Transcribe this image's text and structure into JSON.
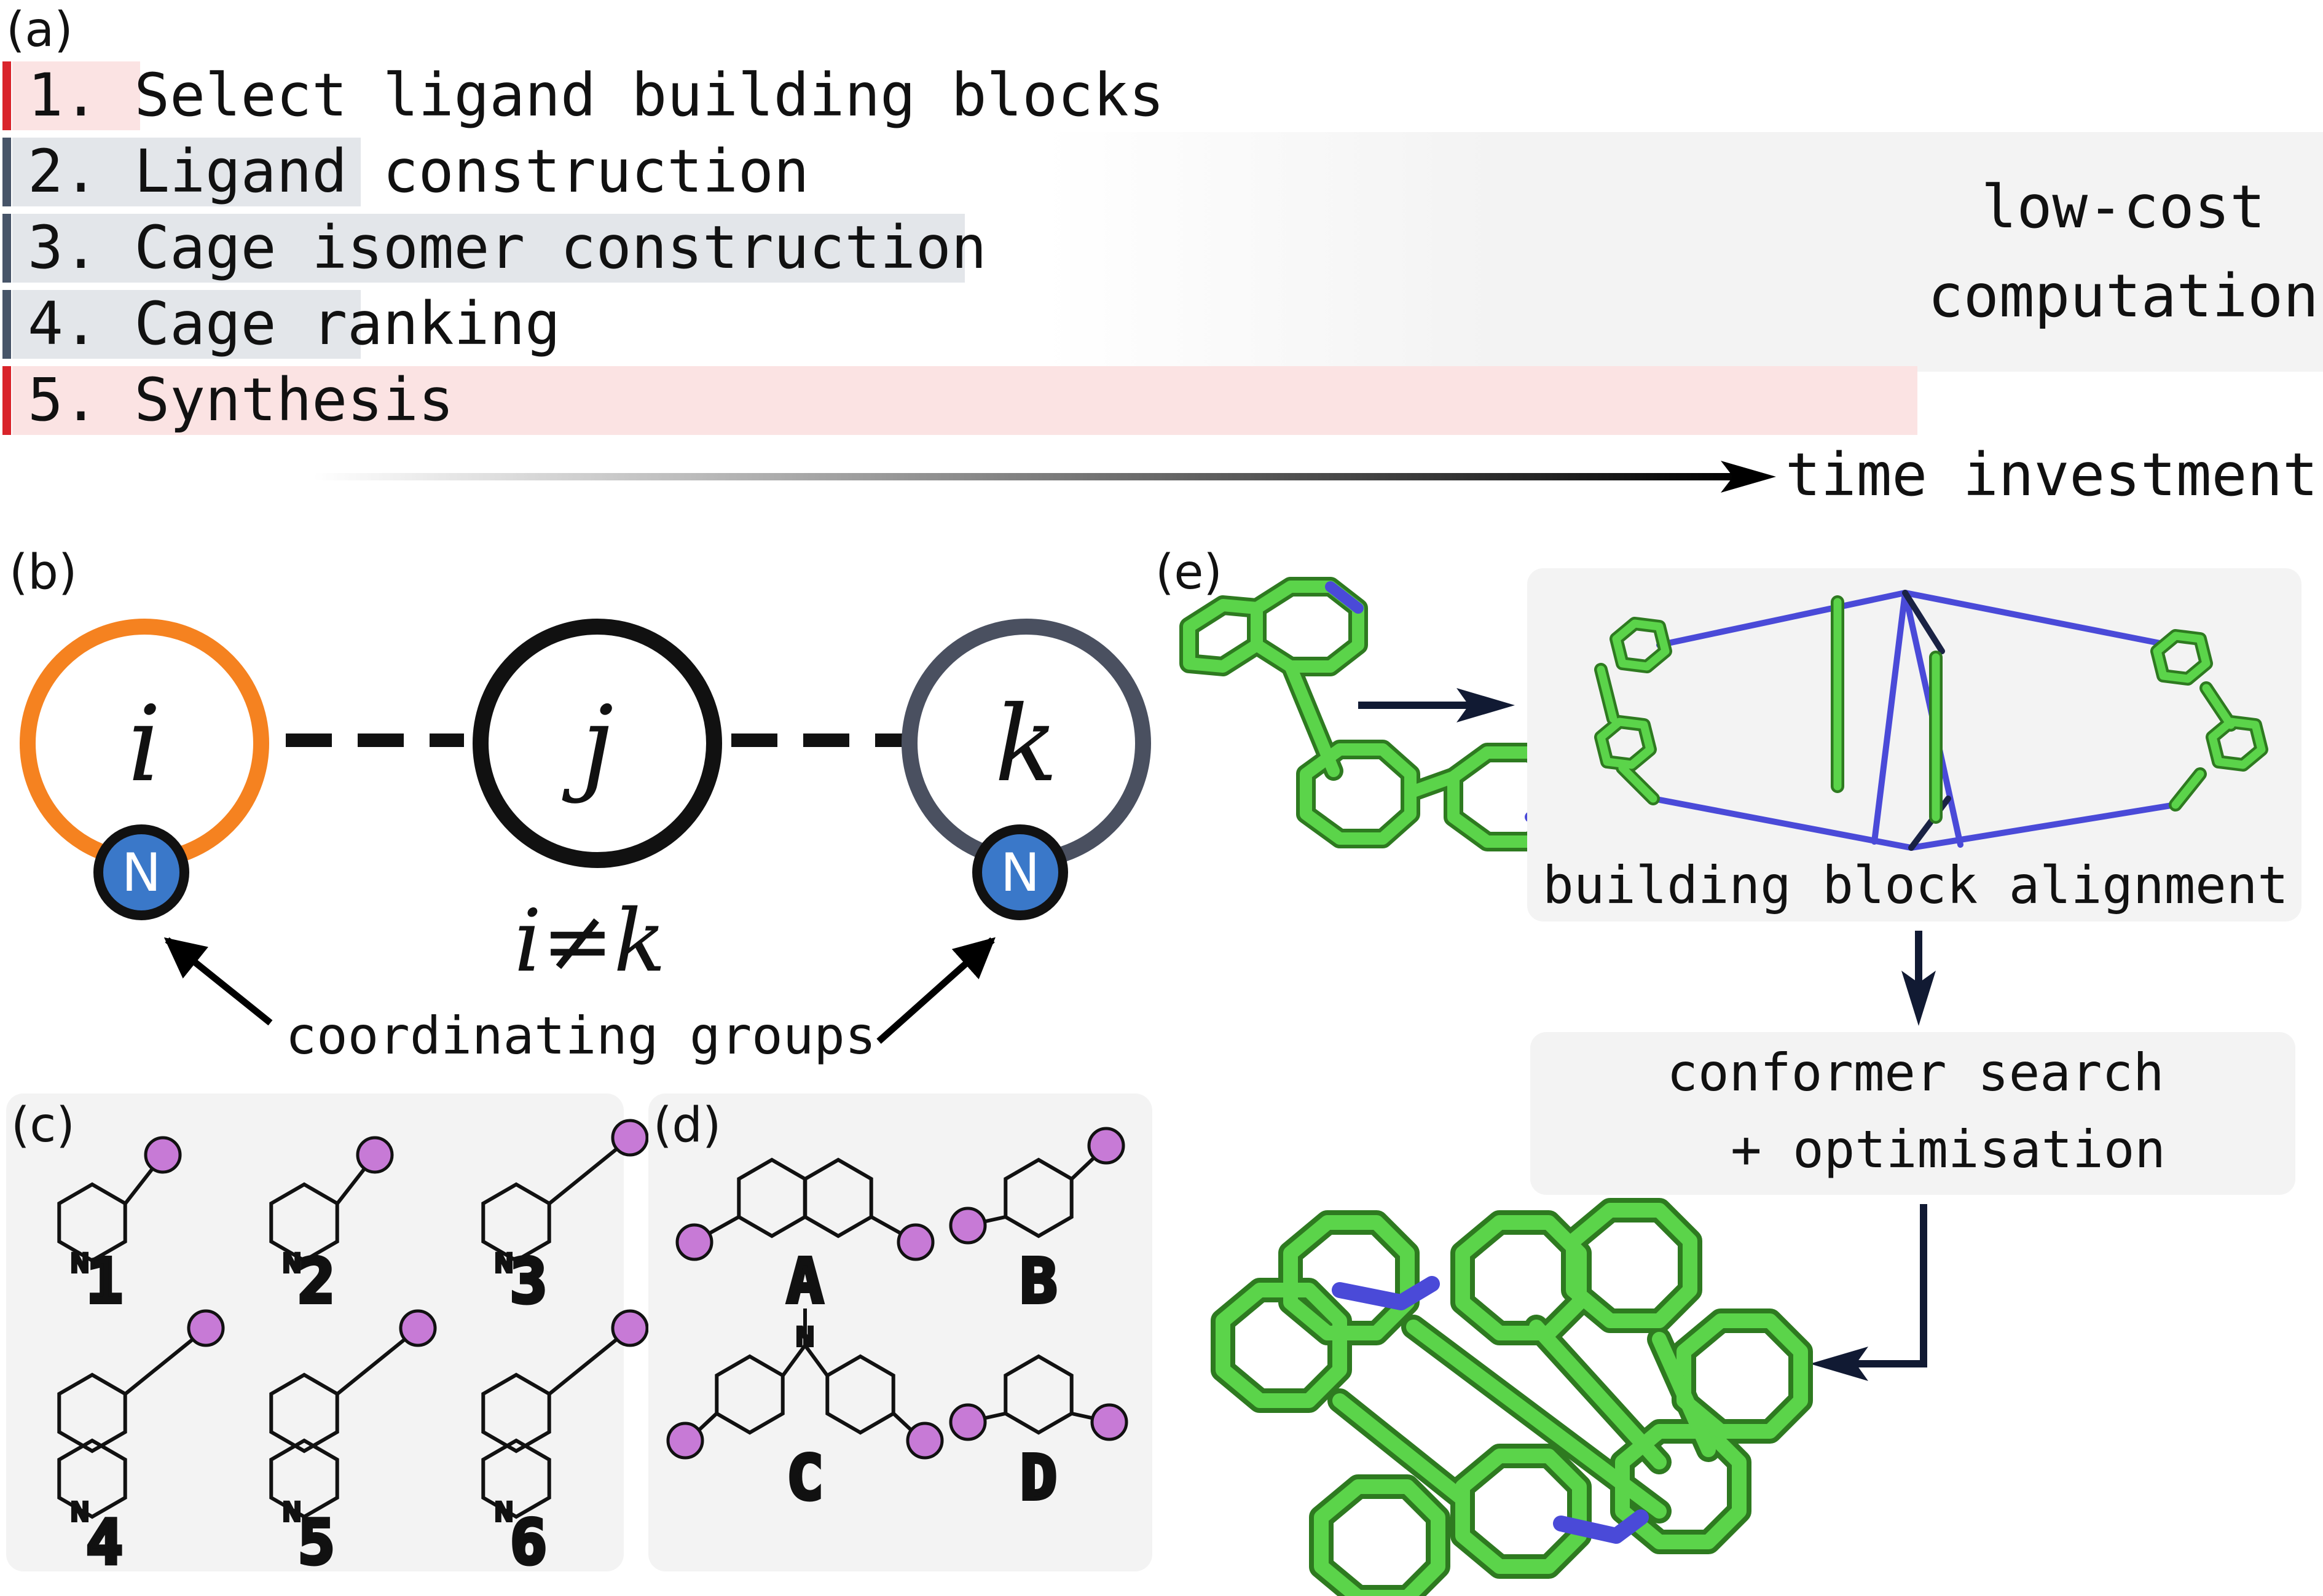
{
  "panel_a": {
    "label": "(a)",
    "steps": [
      {
        "text": "1. Select ligand building blocks",
        "color": "#fbe3e3",
        "marker": "#d9242b",
        "fill_fraction": 0.055
      },
      {
        "text": "2. Ligand construction",
        "color": "#e3e6ea",
        "marker": "#475569",
        "fill_fraction": 0.15
      },
      {
        "text": "3. Cage isomer construction",
        "color": "#e3e6ea",
        "marker": "#475569",
        "fill_fraction": 0.41
      },
      {
        "text": "4. Cage ranking",
        "color": "#e3e6ea",
        "marker": "#475569",
        "fill_fraction": 0.15
      },
      {
        "text": "5. Synthesis",
        "color": "#fbe3e3",
        "marker": "#d9242b",
        "fill_fraction": 0.82
      }
    ],
    "lowcost_line1": "low-cost",
    "lowcost_line2": "computation",
    "time_label": "time investment"
  },
  "panel_b": {
    "label": "(b)",
    "node_i": "i",
    "node_j": "j",
    "node_k": "k",
    "n_label": "N",
    "constraint": "i≠k",
    "caption": "coordinating groups",
    "colors": {
      "i": "#f58220",
      "j": "#111111",
      "k": "#4a5060",
      "n": "#3a78c9"
    }
  },
  "panel_c": {
    "label": "(c)",
    "molecules": [
      "1",
      "2",
      "3",
      "4",
      "5",
      "6"
    ],
    "atom_label": "N",
    "dot_color": "#c77ad6"
  },
  "panel_d": {
    "label": "(d)",
    "molecules": [
      "A",
      "B",
      "C",
      "D"
    ],
    "atom_label": "N"
  },
  "panel_e": {
    "label": "(e)",
    "alignment_caption": "building block alignment",
    "search_line1": "conformer search",
    "search_line2": "+ optimisation",
    "green": "#5bd44a",
    "blue": "#4a4ad8"
  }
}
